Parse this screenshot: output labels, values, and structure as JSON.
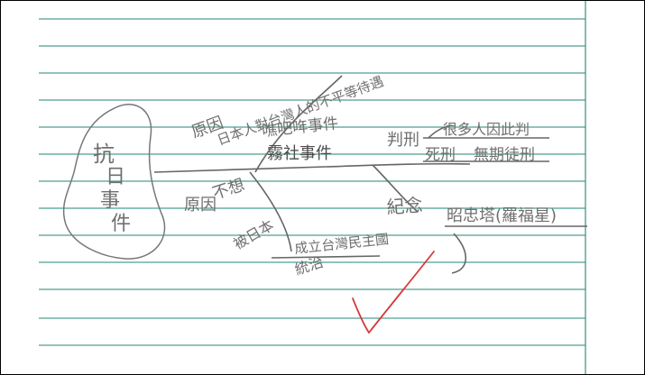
{
  "center_topic": [
    "抗",
    "日",
    "事",
    "件"
  ],
  "upper_branch": {
    "label": "原因",
    "line1": "日本人對台灣人的不平等待遇",
    "line2": "噍吧哖事件",
    "line3": "霧社事件"
  },
  "lower_branch": {
    "label": "原因",
    "line1": "不想",
    "line2": "被日本",
    "line3": "統治",
    "line4": "成立台灣民主國"
  },
  "right_upper": {
    "label": "判刑",
    "line1": "很多人因此判",
    "line2": "死刑",
    "line3": "無期徒刑"
  },
  "right_lower": {
    "label": "紀念",
    "line1": "昭忠塔(羅福星)"
  },
  "colors": {
    "ink": "#6f6f6f",
    "ink_dark": "#4b4b4b",
    "rule_line": "#2f8f7d",
    "check_mark": "#d63a3a"
  }
}
